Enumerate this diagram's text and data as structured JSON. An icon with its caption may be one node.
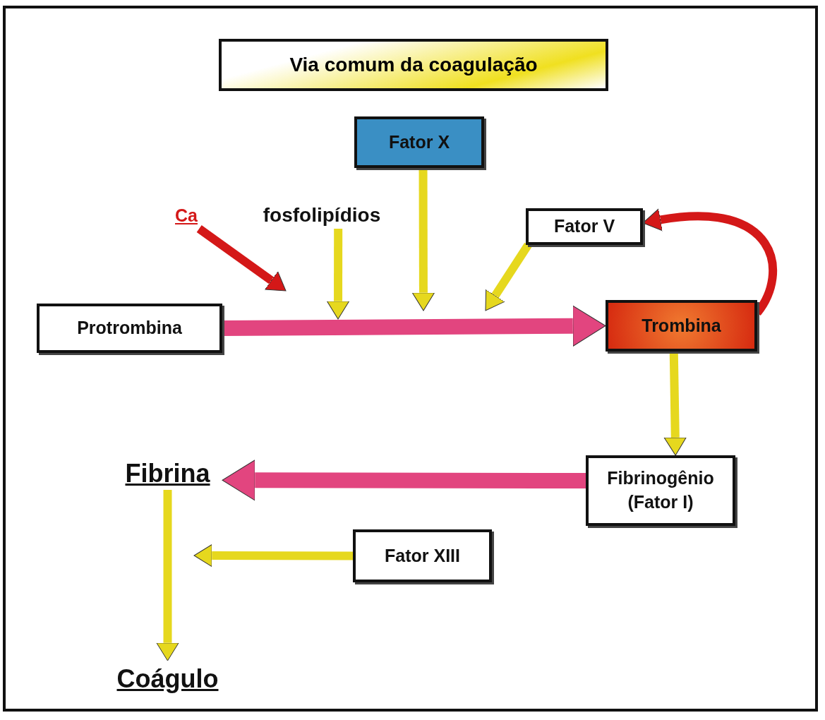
{
  "diagram": {
    "title": "Via comum da coagulação",
    "nodes": [
      {
        "text": [
          "Fator X"
        ]
      },
      {
        "text": [
          "Ca"
        ]
      },
      {
        "text": [
          "fosfolipídios"
        ]
      },
      {
        "text": [
          "Fator V"
        ]
      },
      {
        "text": [
          "Protrombina"
        ]
      },
      {
        "text": [
          "Trombina"
        ]
      },
      {
        "text": [
          "Fibrinogênio (Fator I)"
        ]
      },
      {
        "text": [
          "Fibrina"
        ]
      },
      {
        "text": [
          "Fator XIII"
        ]
      },
      {
        "text": [
          "Coágulo"
        ]
      }
    ],
    "edges": [
      {
        "from": 4,
        "to": 5,
        "arrow": "to",
        "style": "thick",
        "color": "#e2457f"
      },
      {
        "from": 1,
        "to": null,
        "arrow": "to",
        "color": "#d41818"
      },
      {
        "from": 2,
        "to": null,
        "arrow": "to"
      },
      {
        "from": 0,
        "to": null,
        "arrow": "to"
      },
      {
        "from": 3,
        "to": null,
        "arrow": "to"
      },
      {
        "from": 5,
        "to": 3,
        "arrow": "to",
        "color": "#d41818"
      },
      {
        "from": 5,
        "to": 6,
        "arrow": "to"
      },
      {
        "from": 6,
        "to": 7,
        "arrow": "to",
        "style": "thick",
        "color": "#e2457f"
      },
      {
        "from": 8,
        "to": null,
        "arrow": "to"
      },
      {
        "from": 7,
        "to": 9,
        "arrow": "to"
      }
    ]
  }
}
